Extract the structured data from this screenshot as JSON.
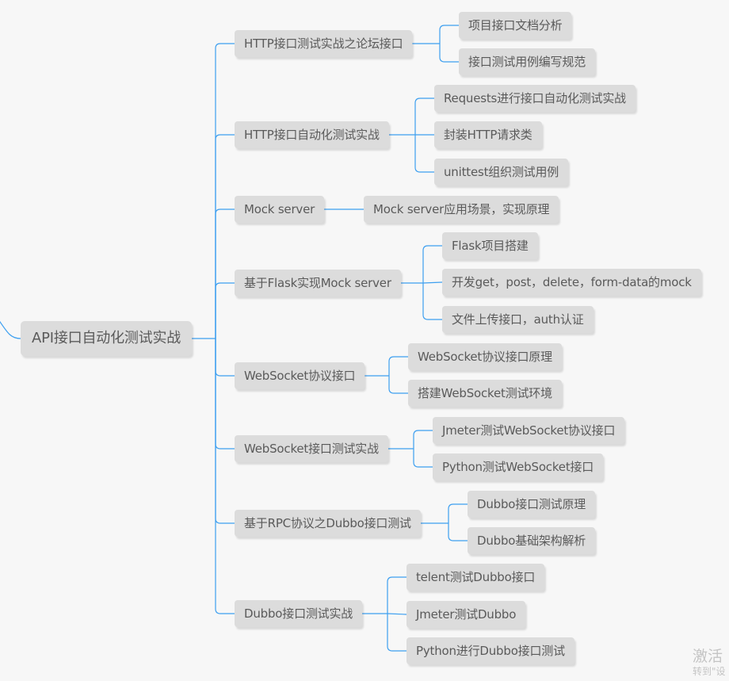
{
  "mindmap": {
    "root": "API接口自动化测试实战",
    "branches": [
      {
        "label": "HTTP接口测试实战之论坛接口",
        "children": [
          "项目接口文档分析",
          "接口测试用例编写规范"
        ]
      },
      {
        "label": "HTTP接口自动化测试实战",
        "children": [
          "Requests进行接口自动化测试实战",
          "封装HTTP请求类",
          "unittest组织测试用例"
        ]
      },
      {
        "label": "Mock server",
        "children": [
          "Mock server应用场景，实现原理"
        ]
      },
      {
        "label": "基于Flask实现Mock server",
        "children": [
          "Flask项目搭建",
          "开发get，post，delete，form-data的mock",
          "文件上传接口，auth认证"
        ]
      },
      {
        "label": "WebSocket协议接口",
        "children": [
          "WebSocket协议接口原理",
          "搭建WebSocket测试环境"
        ]
      },
      {
        "label": "WebSocket接口测试实战",
        "children": [
          "Jmeter测试WebSocket协议接口",
          "Python测试WebSocket接口"
        ]
      },
      {
        "label": "基于RPC协议之Dubbo接口测试",
        "children": [
          "Dubbo接口测试原理",
          "Dubbo基础架构解析"
        ]
      },
      {
        "label": "Dubbo接口测试实战",
        "children": [
          "telent测试Dubbo接口",
          "Jmeter测试Dubbo",
          "Python进行Dubbo接口测试"
        ]
      }
    ]
  },
  "watermark": {
    "main": "激活",
    "sub": "转到\"设"
  },
  "colors": {
    "connector": "#3d9ff0",
    "node_fill": "#dcdcdc",
    "node_text": "#5a5a5a",
    "background": "#f7f7f7"
  }
}
